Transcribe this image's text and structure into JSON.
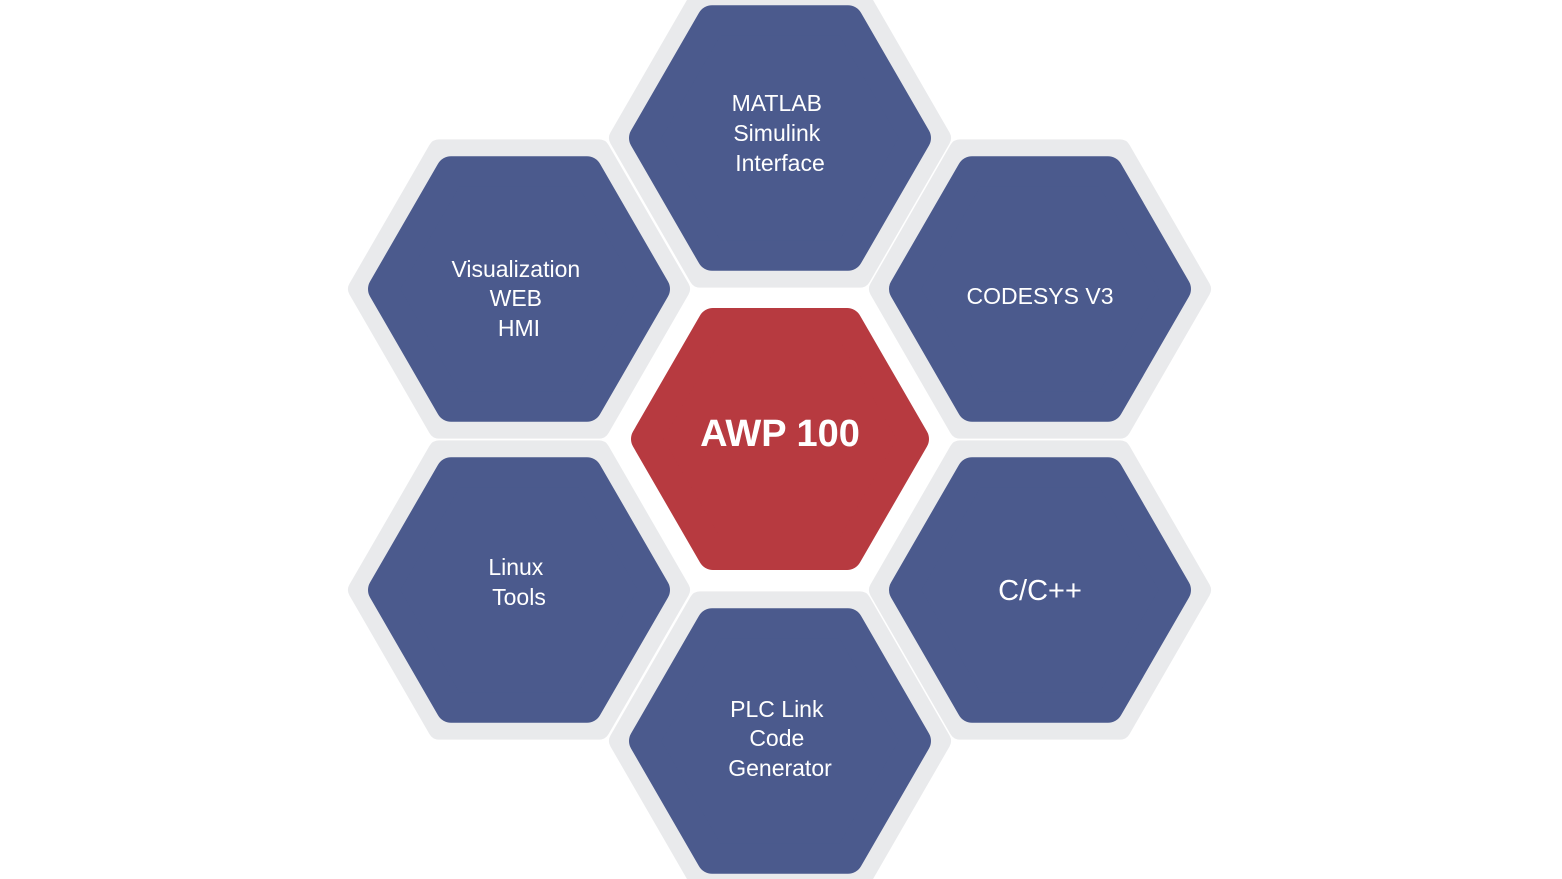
{
  "colors": {
    "ring": "#e9eaec",
    "outer_fill": "#4b5a8d",
    "center_fill": "#b73a40",
    "text": "#ffffff"
  },
  "center": {
    "label": "AWP 100"
  },
  "nodes": [
    {
      "id": "matlab",
      "lines": [
        "MATLAB",
        "Simulink",
        "Interface"
      ]
    },
    {
      "id": "codesys",
      "lines": [
        "CODESYS V3"
      ]
    },
    {
      "id": "cpp",
      "lines": [
        "C/C++"
      ]
    },
    {
      "id": "plc-link",
      "lines": [
        "PLC Link",
        "Code",
        "Generator"
      ]
    },
    {
      "id": "linux",
      "lines": [
        "Linux",
        "Tools"
      ]
    },
    {
      "id": "visualization",
      "lines": [
        "Visualization",
        "WEB",
        "HMI"
      ]
    }
  ]
}
